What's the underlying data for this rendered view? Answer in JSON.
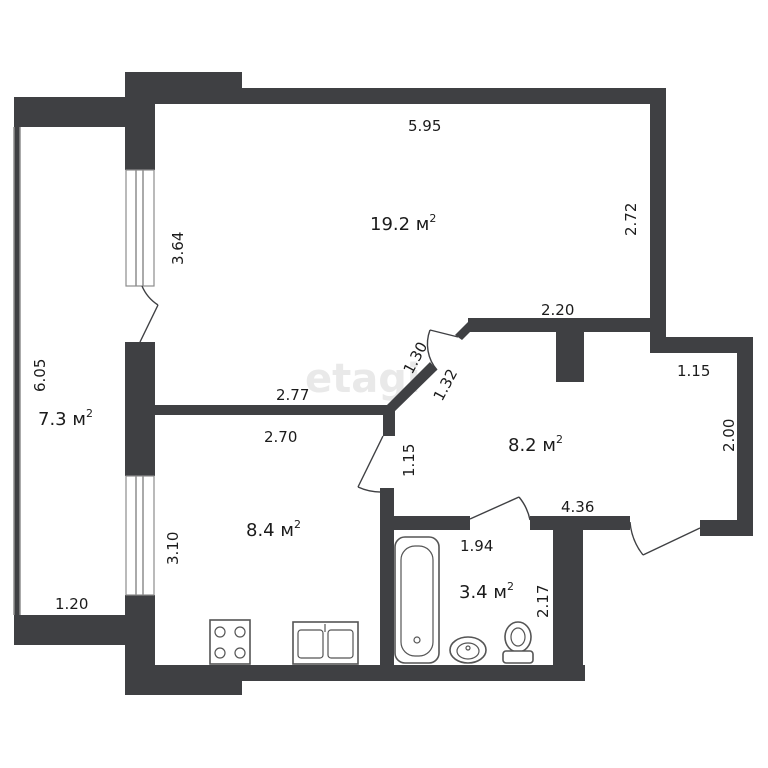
{
  "watermark": "etagi",
  "rooms": {
    "living_area": "19.2 м",
    "hall_area": "8.2 м",
    "kitchen_area": "8.4 м",
    "bathroom_area": "3.4 м",
    "balcony_area": "7.3 м",
    "area_superscript": "2"
  },
  "dimensions": {
    "living_top": "5.95",
    "living_right": "2.72",
    "living_left": "3.64",
    "living_bottom": "2.77",
    "diag_1": "1.30",
    "diag_2": "1.32",
    "hall_top": "2.20",
    "hall_step": "1.15",
    "hall_right": "2.00",
    "hall_bottom": "4.36",
    "hall_left": "1.15",
    "kitchen_top": "2.70",
    "kitchen_left": "3.10",
    "bath_top": "1.94",
    "bath_right": "2.17",
    "balcony_length": "6.05",
    "balcony_width": "1.20"
  }
}
